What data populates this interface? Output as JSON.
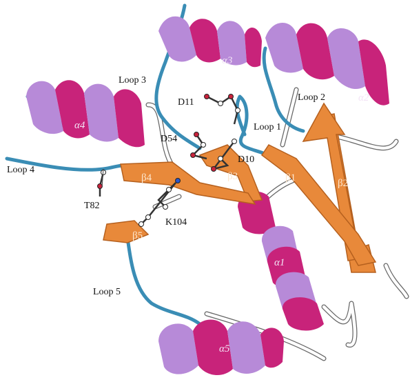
{
  "figure": {
    "colors": {
      "helix_front": "#c8237a",
      "helix_back": "#b78ad8",
      "strand": "#e8893a",
      "strand_dark": "#b5601e",
      "loop": "#3a8db5",
      "coil": "#ffffff"
    },
    "helices": [
      {
        "id": "a1",
        "label": "α1"
      },
      {
        "id": "a2",
        "label": "α2"
      },
      {
        "id": "a3",
        "label": "α3"
      },
      {
        "id": "a4",
        "label": "α4"
      },
      {
        "id": "a5",
        "label": "α5"
      }
    ],
    "strands": [
      {
        "id": "b1",
        "label": "β1"
      },
      {
        "id": "b2",
        "label": "β2"
      },
      {
        "id": "b3",
        "label": "β3"
      },
      {
        "id": "b4",
        "label": "β4"
      },
      {
        "id": "b5",
        "label": "β5"
      }
    ],
    "loops": [
      {
        "id": "loop1",
        "label": "Loop 1"
      },
      {
        "id": "loop2",
        "label": "Loop 2"
      },
      {
        "id": "loop3",
        "label": "Loop 3"
      },
      {
        "id": "loop4",
        "label": "Loop 4"
      },
      {
        "id": "loop5",
        "label": "Loop 5"
      }
    ],
    "residues": [
      {
        "id": "d10",
        "label": "D10"
      },
      {
        "id": "d11",
        "label": "D11"
      },
      {
        "id": "d54",
        "label": "D54"
      },
      {
        "id": "t82",
        "label": "T82"
      },
      {
        "id": "k104",
        "label": "K104"
      }
    ]
  }
}
